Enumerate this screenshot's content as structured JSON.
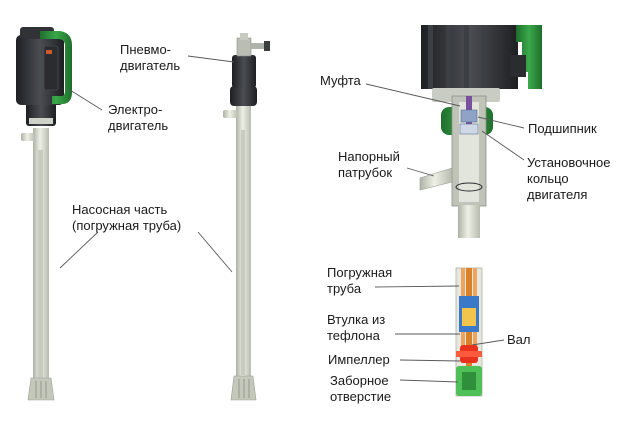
{
  "labels": {
    "pneumo_motor": "Пневмо-\nдвигатель",
    "electro_motor": "Электро-\nдвигатель",
    "pump_part": "Насосная часть\n(погружная труба)",
    "coupling": "Муфта",
    "bearing": "Подшипник",
    "pressure_nozzle": "Напорный\nпатрубок",
    "motor_ring": "Установочное\nкольцо\nдвигателя",
    "immersion_tube": "Погружная\nтруба",
    "teflon_bushing": "Втулка из\nтефлона",
    "shaft": "Вал",
    "impeller": "Импеллер",
    "intake_hole": "Заборное\nотверстие"
  },
  "colors": {
    "motor_dark": "#2e3034",
    "frame_green": "#2e8b3c",
    "tube_light": "#d9dccf",
    "tube_shadow": "#aeb2a6",
    "leader": "#555555",
    "impeller_red": "#e8321e",
    "teflon_blue": "#3a78c8",
    "shaft_orange": "#d9822b",
    "intake_green": "#4fbf58"
  }
}
